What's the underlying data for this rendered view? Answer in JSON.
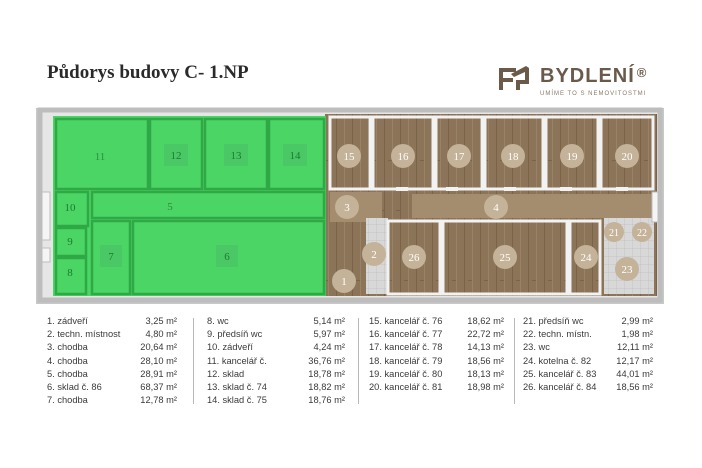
{
  "title": "Půdorys budovy C- 1.NP",
  "logo": {
    "name": "BYDLENÍ",
    "reg": "®",
    "tagline": "UMÍME TO S NEMOVITOSTMI"
  },
  "colors": {
    "highlight": "#3dd45a",
    "floor_wood": "#8a7356",
    "room_badge": "#b8a48c",
    "brand": "#6b5a49"
  },
  "rooms_on_plan": [
    "1",
    "2",
    "3",
    "4",
    "5",
    "6",
    "7",
    "8",
    "9",
    "10",
    "11",
    "12",
    "13",
    "14",
    "15",
    "16",
    "17",
    "18",
    "19",
    "20",
    "21",
    "22",
    "23",
    "24",
    "25",
    "26"
  ],
  "legend": {
    "col1": [
      {
        "label": "1. zádveří",
        "area": "3,25 m²"
      },
      {
        "label": "2. techn. místnost",
        "area": "4,80 m²"
      },
      {
        "label": "3. chodba",
        "area": "20,64 m²"
      },
      {
        "label": "4. chodba",
        "area": "28,10 m²"
      },
      {
        "label": "5. chodba",
        "area": "28,91 m²"
      },
      {
        "label": "6. sklad č. 86",
        "area": "68,37 m²"
      },
      {
        "label": "7. chodba",
        "area": "12,78 m²"
      }
    ],
    "col2": [
      {
        "label": "8. wc",
        "area": "5,14 m²"
      },
      {
        "label": "9. předsíň wc",
        "area": "5,97 m²"
      },
      {
        "label": "10. zádveří",
        "area": "4,24 m²"
      },
      {
        "label": "11. kancelář č.",
        "area": "36,76 m²"
      },
      {
        "label": "12. sklad",
        "area": "18,78 m²"
      },
      {
        "label": "13. sklad č. 74",
        "area": "18,82 m²"
      },
      {
        "label": "14. sklad č. 75",
        "area": "18,76 m²"
      }
    ],
    "col3": [
      {
        "label": "15. kancelář č. 76",
        "area": "18,62 m²"
      },
      {
        "label": "16. kancelář č. 77",
        "area": "22,72 m²"
      },
      {
        "label": "17. kancelář č. 78",
        "area": "14,13 m²"
      },
      {
        "label": "18. kancelář č. 79",
        "area": "18,56 m²"
      },
      {
        "label": "19. kancelář č. 80",
        "area": "18,13 m²"
      },
      {
        "label": "20. kancelář č. 81",
        "area": "18,98 m²"
      }
    ],
    "col4": [
      {
        "label": "21. předsíň wc",
        "area": "2,99 m²"
      },
      {
        "label": "22. techn. místn.",
        "area": "1,98 m²"
      },
      {
        "label": "23. wc",
        "area": "12,11 m²"
      },
      {
        "label": "24. kotelna č. 82",
        "area": "12,17 m²"
      },
      {
        "label": "25. kancelář č. 83",
        "area": "44,01 m²"
      },
      {
        "label": "26. kancelář č. 84",
        "area": "18,56 m²"
      }
    ]
  }
}
